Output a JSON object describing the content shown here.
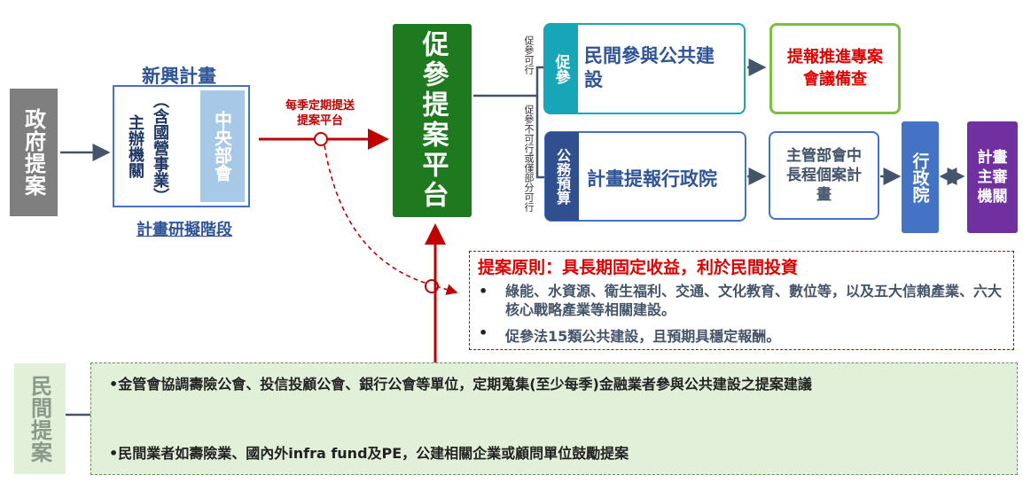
{
  "gov": {
    "label": "政府提案"
  },
  "newplan": {
    "title": "新興計畫",
    "stage": "計畫研擬階段"
  },
  "sponsor": {
    "label": "主辦機關",
    "paren": "（含國營事業）",
    "central": "中央部會"
  },
  "quarterly": {
    "label": "每季定期提送提案平台"
  },
  "platform": {
    "label": "促參提案平台"
  },
  "side": {
    "feasible": "促參可行",
    "infeasible": "促參不可行或僅部分可行"
  },
  "ppp": {
    "tag": "促參",
    "title": "民間參與公共建設"
  },
  "report": {
    "label": "提報推進專案會議備查"
  },
  "budget": {
    "tag": "公務預算",
    "title": "計畫提報行政院"
  },
  "ministry": {
    "label": "主管部會中長程個案計畫"
  },
  "ey": {
    "label": "行政院"
  },
  "review": {
    "label": "計畫主審機關"
  },
  "principles": {
    "title": "提案原則：具長期固定收益，利於民間投資",
    "items": [
      "綠能、水資源、衛生福利、交通、文化教育、數位等，以及五大信賴產業、六大核心戰略產業等相關建設。",
      "促參法15類公共建設，且預期具穩定報酬。"
    ]
  },
  "private": {
    "label": "民間提案",
    "items": [
      "•金管會協調壽險公會、投信投顧公會、銀行公會等單位，定期蒐集(至少每季)金融業者參與公共建設之提案建議",
      "•民間業者如壽險業、國內外infra fund及PE，公建相關企業或顧問單位鼓勵提案"
    ]
  },
  "colors": {
    "gray": "#7f7f7f",
    "blue": "#4472c4",
    "lightblue": "#a8c8e8",
    "green": "#1f7a1f",
    "teal": "#17a5b8",
    "lime": "#7ac143",
    "navy": "#2f4f8f",
    "purple": "#7030a0",
    "red": "#c00000",
    "greenbox": "#e2efd9"
  }
}
